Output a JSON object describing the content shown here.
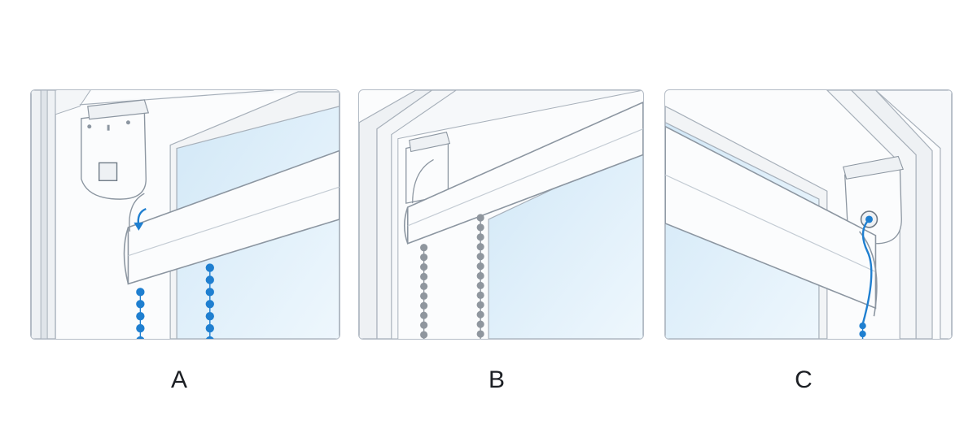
{
  "panels": [
    {
      "id": "a",
      "label": "A"
    },
    {
      "id": "b",
      "label": "B"
    },
    {
      "id": "c",
      "label": "C"
    }
  ],
  "colors": {
    "outline": "#9aa4b0",
    "frame_fill": "#f3f5f7",
    "glass": "#d9ecf8",
    "chain_active": "#1f7fd0",
    "chain_inactive": "#8f969e",
    "cord": "#1f7fd0"
  },
  "icons": [
    "bracket-icon",
    "rotate-arrow-icon",
    "bead-chain-icon",
    "cord-icon"
  ]
}
